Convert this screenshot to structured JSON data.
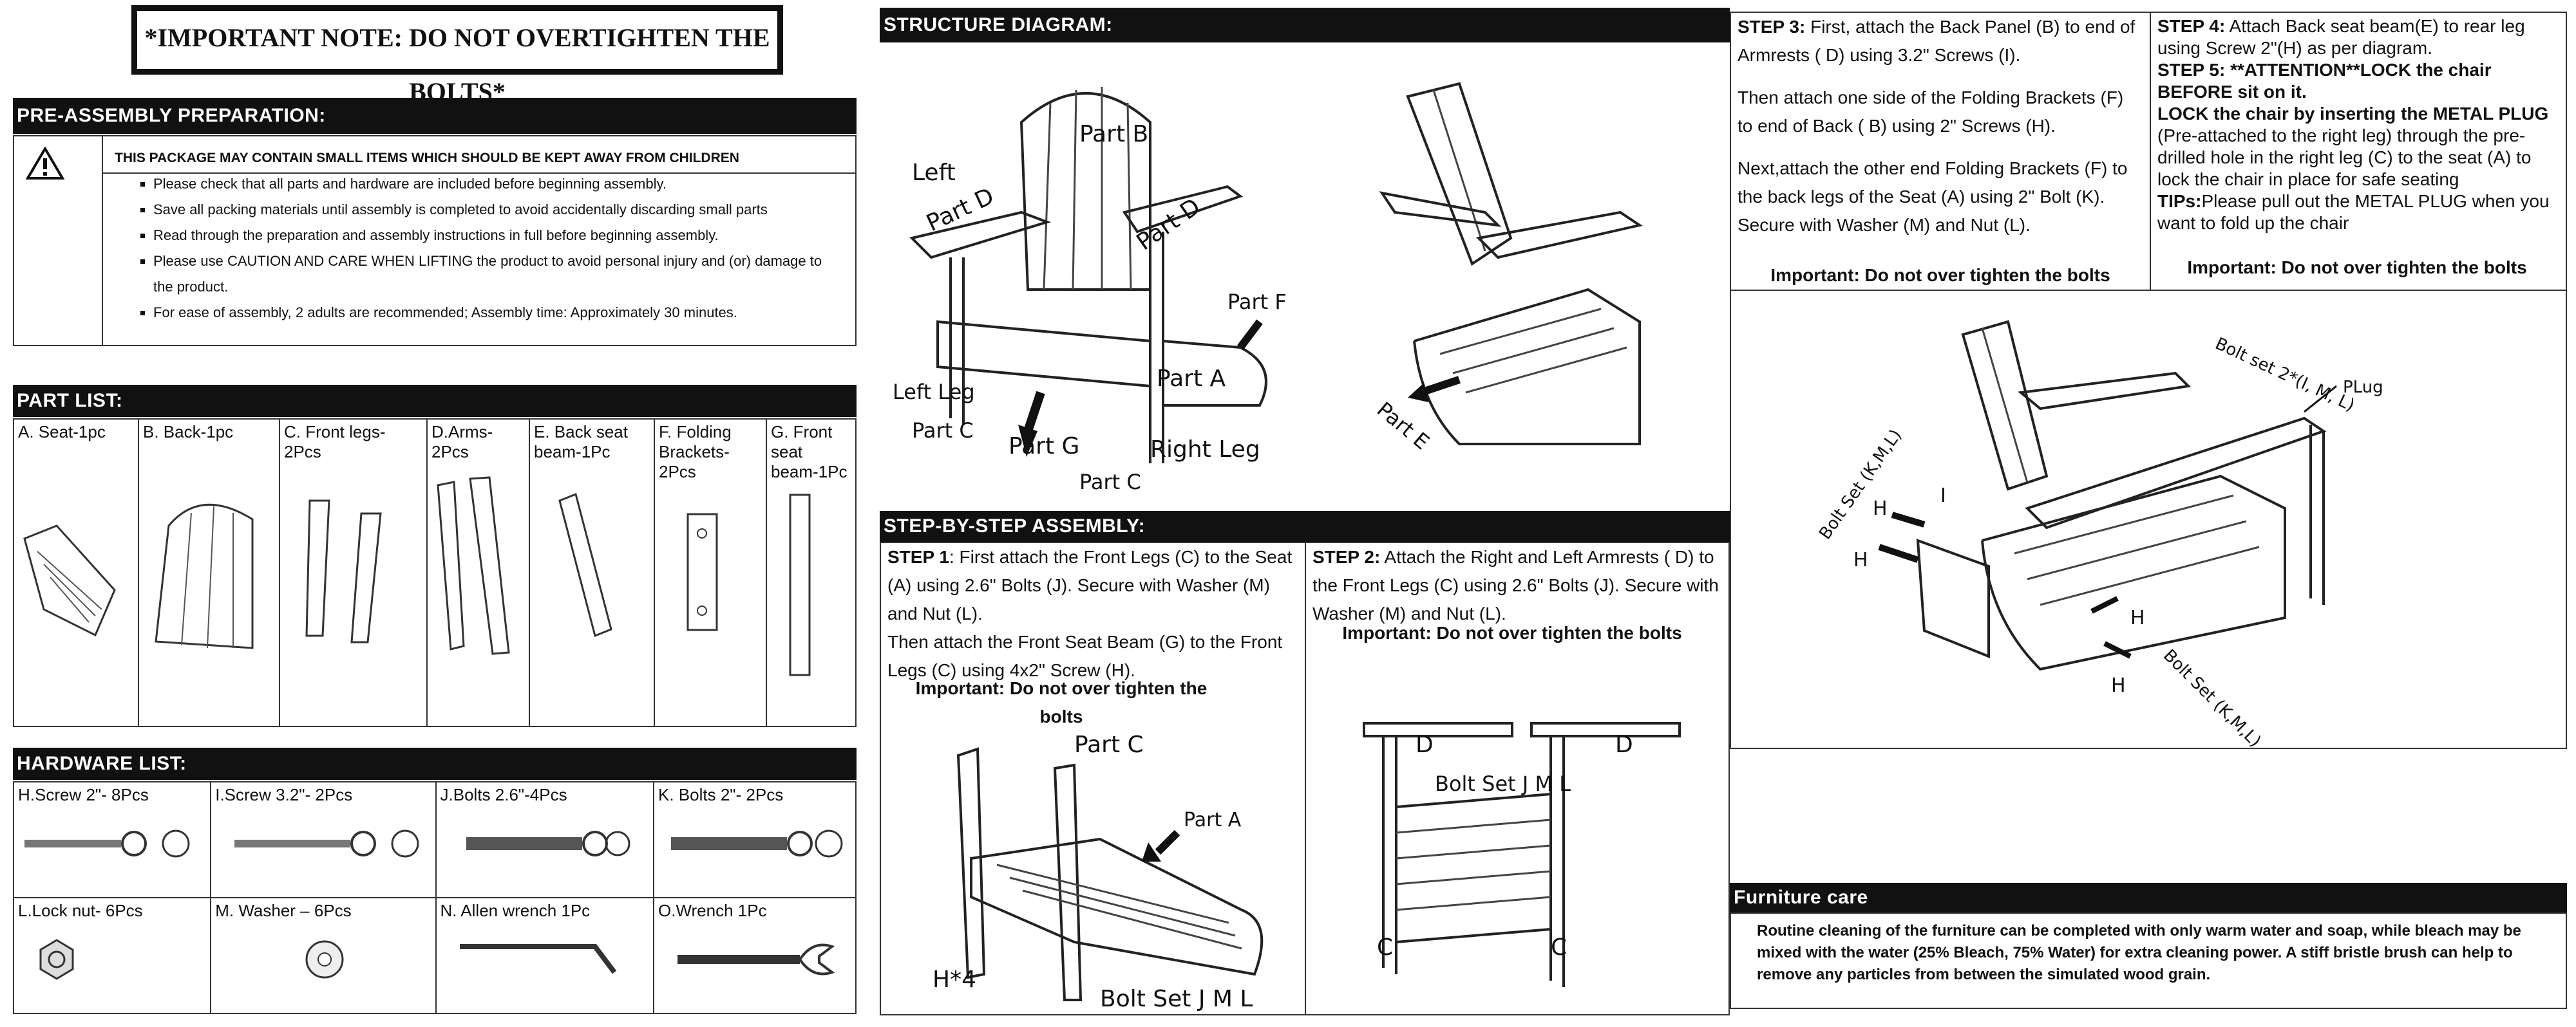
{
  "important_note": "*IMPORTANT NOTE: DO NOT OVERTIGHTEN THE BOLTS*",
  "pre_assembly": {
    "heading": "PRE-ASSEMBLY PREPARATION:",
    "warning": "THIS PACKAGE MAY CONTAIN SMALL ITEMS WHICH SHOULD BE KEPT AWAY FROM CHILDREN",
    "items": [
      "Please check that all parts and hardware are included before beginning assembly.",
      "Save all packing materials until assembly is completed to avoid accidentally discarding small parts",
      "Read through the preparation and assembly instructions in full before beginning assembly.",
      "Please use CAUTION AND CARE WHEN LIFTING the product to avoid personal injury and (or) damage to the product.",
      "For ease of assembly, 2 adults are recommended; Assembly time: Approximately 30 minutes."
    ]
  },
  "part_list": {
    "heading": "PART LIST:",
    "parts": [
      "A. Seat-1pc",
      "B. Back-1pc",
      "C. Front legs-2Pcs",
      "D.Arms-2Pcs",
      "E. Back seat beam-1Pc",
      "F. Folding Brackets-2Pcs",
      "G. Front seat beam-1Pc"
    ]
  },
  "hardware_list": {
    "heading": "HARDWARE LIST:",
    "row1": [
      "H.Screw 2\"- 8Pcs",
      "I.Screw 3.2\"- 2Pcs",
      "J.Bolts 2.6\"-4Pcs",
      "K. Bolts 2\"- 2Pcs"
    ],
    "row2": [
      "L.Lock nut- 6Pcs",
      "M. Washer – 6Pcs",
      "N. Allen wrench 1Pc",
      "O.Wrench 1Pc"
    ]
  },
  "structure": {
    "heading": "STRUCTURE DIAGRAM:",
    "labels": {
      "part_b": "Part B",
      "left": "Left",
      "part_d1": "Part D",
      "part_d2": "Part D",
      "part_f": "Part F",
      "part_a": "Part A",
      "left_leg": "Left Leg",
      "part_c1": "Part C",
      "part_g": "Part G",
      "right_leg": "Right Leg",
      "part_c2": "Part C",
      "part_e": "Part E"
    }
  },
  "step_by_step": {
    "heading": "STEP-BY-STEP ASSEMBLY:",
    "step1_title": "STEP 1",
    "step1_a": ": First attach the Front Legs (C) to the Seat (A) using 2.6\" Bolts (J). Secure with Washer (M) and Nut (L).",
    "step1_b": "Then attach the Front Seat Beam (G) to the Front Legs (C) using 4x2\" Screw (H).",
    "step1_important": "Important: Do not over tighten the bolts",
    "step1_labels": {
      "part_c": "Part C",
      "part_a": "Part A",
      "h4": "H*4",
      "bolt": "Bolt Set J M L"
    },
    "step2_title": "STEP 2:",
    "step2_text": "Attach the Right and Left Armrests ( D) to the Front Legs (C) using 2.6\" Bolts (J). Secure with Washer (M) and Nut (L).",
    "step2_important": "Important: Do not over tighten the bolts",
    "step2_labels": {
      "d1": "D",
      "d2": "D",
      "bolt": "Bolt Set J M L",
      "c1": "C",
      "c2": "C"
    }
  },
  "step3": {
    "title": "STEP 3:",
    "p1": "First, attach the Back Panel (B) to end of Armrests ( D) using 3.2\" Screws (I).",
    "p2": "Then attach one side of the Folding Brackets (F) to end of Back ( B) using 2\" Screws (H).",
    "p3": "Next,attach the other end Folding Brackets (F) to the back legs of the Seat (A) using 2\" Bolt (K). Secure with Washer (M) and Nut (L).",
    "important": "Important: Do not over tighten the bolts"
  },
  "step4": {
    "title": "STEP 4:",
    "text": "Attach Back seat beam(E) to rear leg using Screw 2\"(H) as per diagram.",
    "step5": "STEP 5: **ATTENTION**LOCK the chair BEFORE sit on it.",
    "lock_a": "LOCK the chair by inserting the METAL PLUG",
    "lock_b": "(Pre-attached to the right leg) through the pre-drilled hole in the right leg (C) to the seat (A) to lock the chair in place for safe seating",
    "tips_title": "TIPs:",
    "tips": "Please pull out the METAL PLUG when you want to fold up the chair",
    "important": "Important: Do not over tighten the bolts"
  },
  "diagram3_labels": {
    "bolt_ijl": "Bolt set 2*(I, M, L)",
    "plug": "PLug",
    "bolt_kml1": "Bolt Set (K,M,L)",
    "h1": "H",
    "h2": "H",
    "i": "I",
    "h3": "H",
    "h4": "H",
    "bolt_kml2": "Bolt Set (K,M,L)"
  },
  "furniture_care": {
    "heading": "Furniture care",
    "text": "Routine cleaning of the furniture can be completed with only warm water and soap, while bleach may be mixed with the water (25% Bleach, 75% Water) for extra cleaning power. A stiff bristle brush can help to remove any particles from between the simulated wood grain."
  }
}
